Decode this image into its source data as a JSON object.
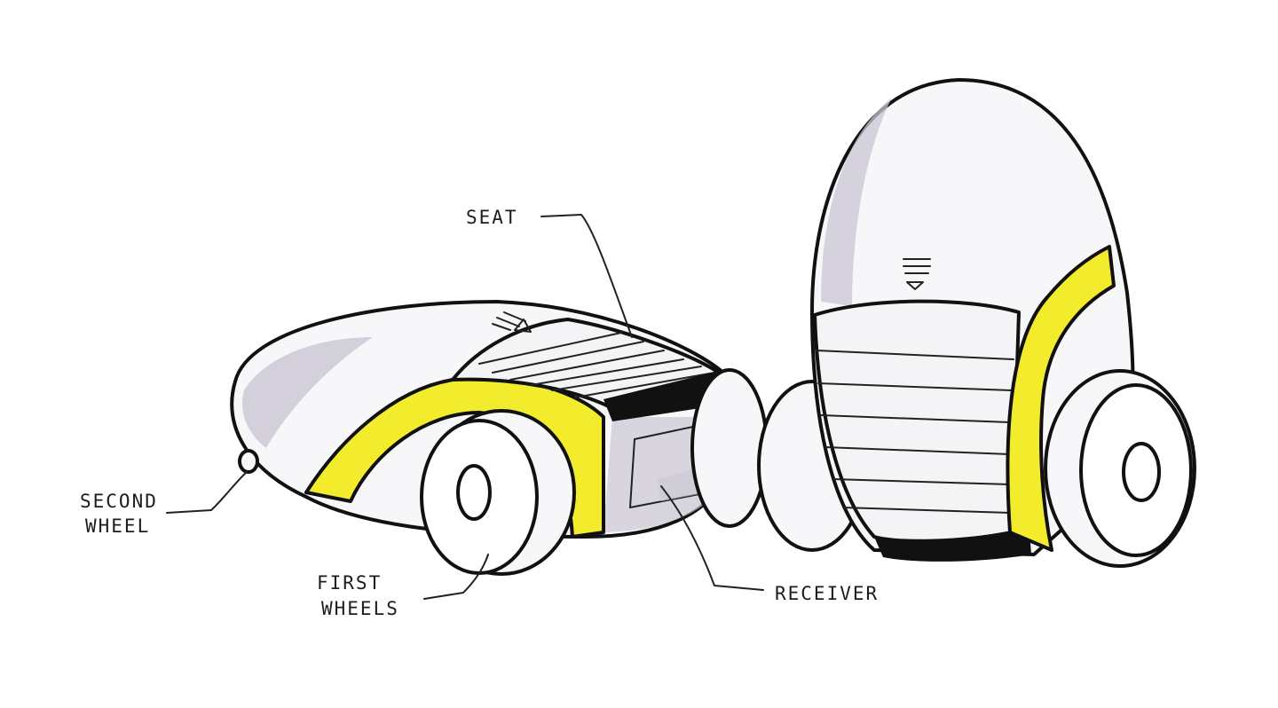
{
  "labels": {
    "seat": "SEAT",
    "second_wheel_line1": "SECOND",
    "second_wheel_line2": "WHEEL",
    "first_wheels_line1": "FIRST",
    "first_wheels_line2": "WHEELS",
    "receiver": "RECEIVER"
  },
  "colors": {
    "yellow_accent": "#f2ec2c",
    "shell_white": "#f7f7f9",
    "shell_shadow": "#c9c4d1",
    "black_band": "#111111",
    "ink": "#111111"
  }
}
